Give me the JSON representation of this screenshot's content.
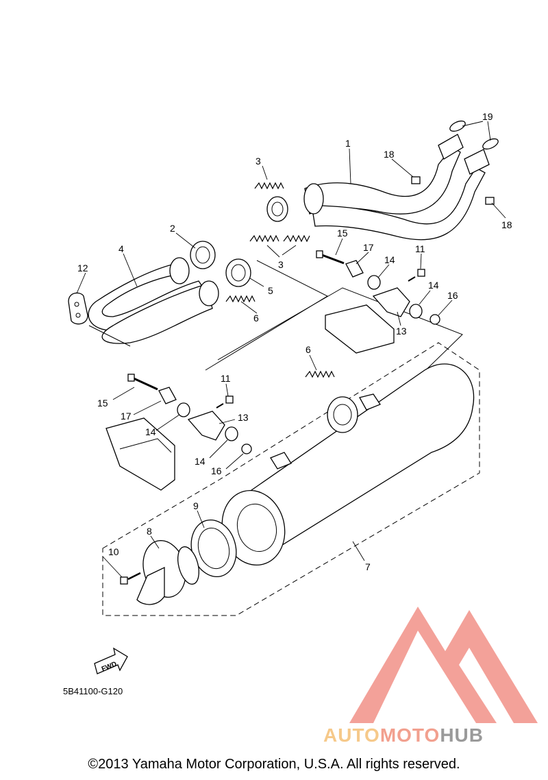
{
  "diagram_code": "5B41100-G120",
  "copyright": "©2013 Yamaha Motor Corporation, U.S.A. All rights reserved.",
  "fwd_label": "FWD",
  "watermark": {
    "part1": "AUTO",
    "part2": "MOTO",
    "part3": "HUB",
    "colors": {
      "auto": "#f6c98a",
      "moto": "#f2a08f",
      "hub": "#9a9a9a",
      "mark": "#f08a80"
    }
  },
  "callouts": [
    {
      "id": "c1",
      "text": "1"
    },
    {
      "id": "c2",
      "text": "2"
    },
    {
      "id": "c3a",
      "text": "3"
    },
    {
      "id": "c3b",
      "text": "3"
    },
    {
      "id": "c4",
      "text": "4"
    },
    {
      "id": "c5",
      "text": "5"
    },
    {
      "id": "c6a",
      "text": "6"
    },
    {
      "id": "c6b",
      "text": "6"
    },
    {
      "id": "c7",
      "text": "7"
    },
    {
      "id": "c8",
      "text": "8"
    },
    {
      "id": "c9",
      "text": "9"
    },
    {
      "id": "c10",
      "text": "10"
    },
    {
      "id": "c11a",
      "text": "11"
    },
    {
      "id": "c11b",
      "text": "11"
    },
    {
      "id": "c12",
      "text": "12"
    },
    {
      "id": "c13a",
      "text": "13"
    },
    {
      "id": "c13b",
      "text": "13"
    },
    {
      "id": "c14a",
      "text": "14"
    },
    {
      "id": "c14b",
      "text": "14"
    },
    {
      "id": "c14c",
      "text": "14"
    },
    {
      "id": "c14d",
      "text": "14"
    },
    {
      "id": "c15a",
      "text": "15"
    },
    {
      "id": "c15b",
      "text": "15"
    },
    {
      "id": "c16a",
      "text": "16"
    },
    {
      "id": "c16b",
      "text": "16"
    },
    {
      "id": "c17a",
      "text": "17"
    },
    {
      "id": "c17b",
      "text": "17"
    },
    {
      "id": "c18a",
      "text": "18"
    },
    {
      "id": "c18b",
      "text": "18"
    },
    {
      "id": "c19",
      "text": "19"
    }
  ]
}
